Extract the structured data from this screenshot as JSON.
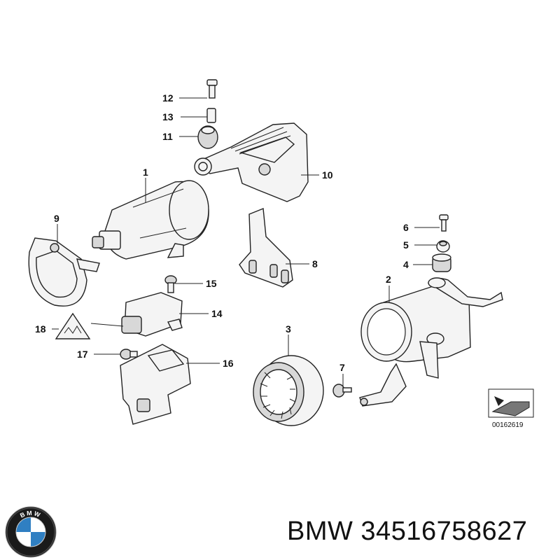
{
  "callouts": {
    "c1": "1",
    "c2": "2",
    "c3": "3",
    "c4": "4",
    "c5": "5",
    "c6": "6",
    "c7": "7",
    "c8": "8",
    "c9": "9",
    "c10": "10",
    "c11": "11",
    "c12": "12",
    "c13": "13",
    "c14": "14",
    "c15": "15",
    "c16": "16",
    "c17": "17",
    "c18": "18"
  },
  "reference_code": "00162619",
  "brand_text": "BMW 34516758627",
  "logo_letters": "BMW",
  "colors": {
    "line": "#222222",
    "logo_blue": "#2f7fc2",
    "logo_ring": "#1a1a1a"
  }
}
